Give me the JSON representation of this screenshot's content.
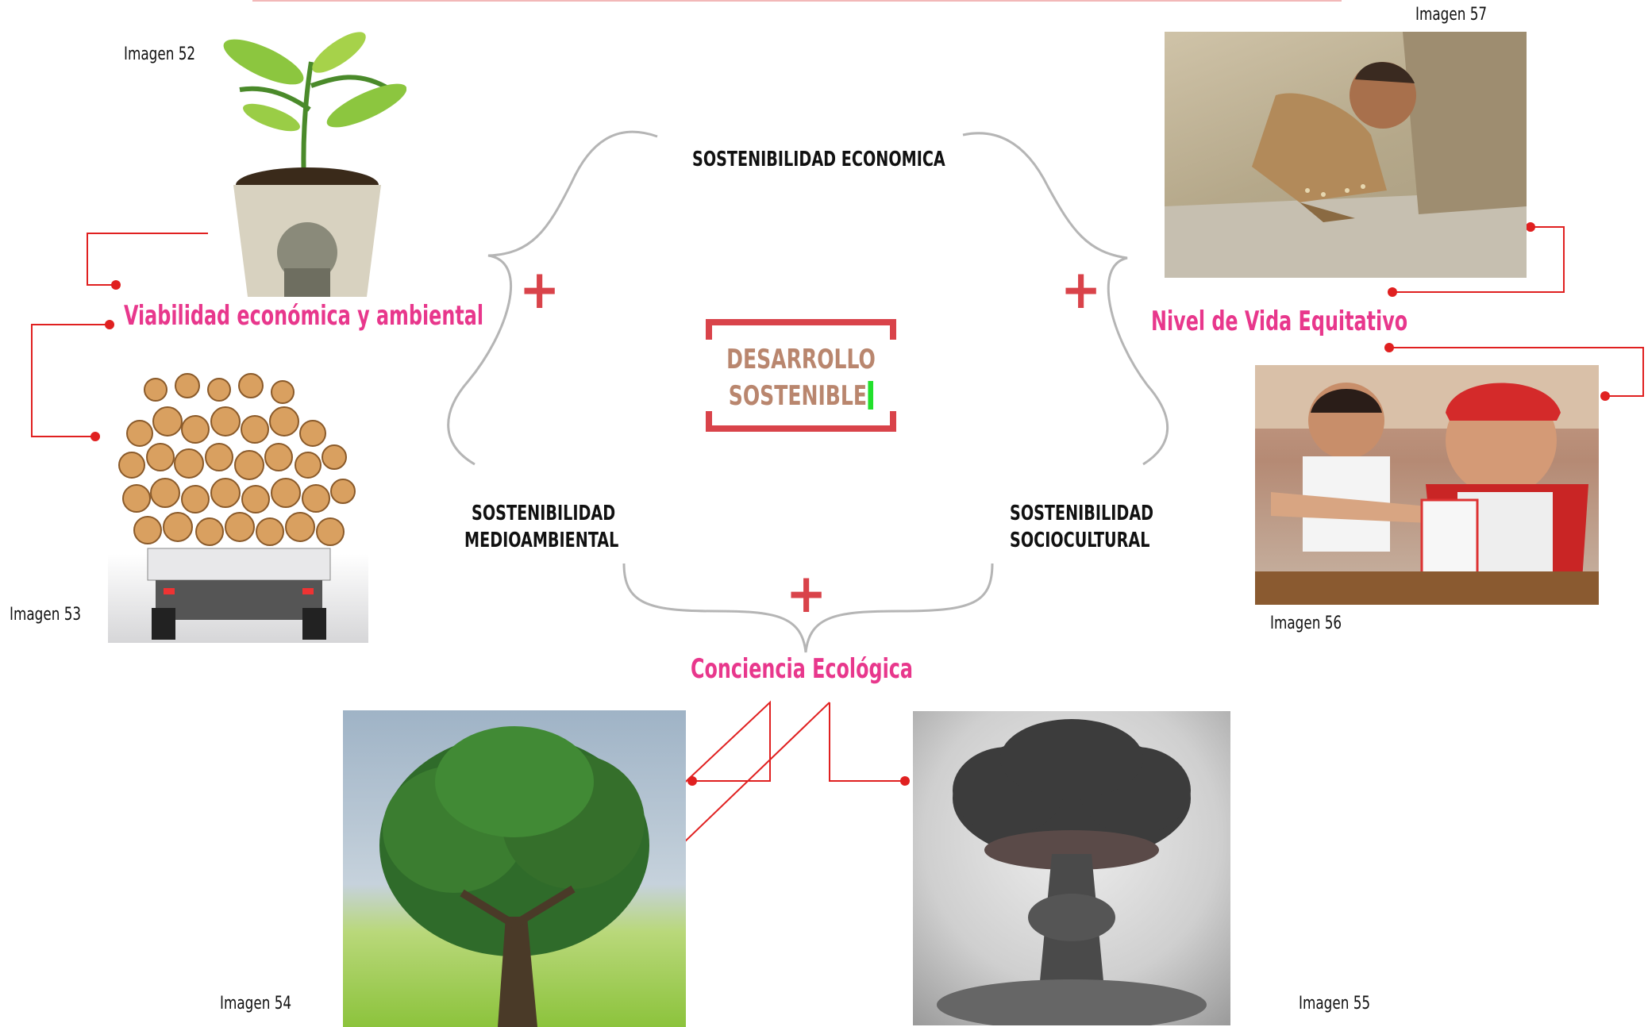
{
  "center": {
    "line1": "DESARROLLO",
    "line2": "SOSTENIBLE"
  },
  "pillars": {
    "economica": "SOSTENIBILIDAD ECONOMICA",
    "medioambiental_1": "SOSTENIBILIDAD",
    "medioambiental_2": "MEDIOAMBIENTAL",
    "sociocultural_1": "SOSTENIBILIDAD",
    "sociocultural_2": "SOCIOCULTURAL"
  },
  "intersections": {
    "left": "Viabilidad económica y ambiental",
    "right": "Nivel de Vida Equitativo",
    "bottom": "Conciencia Ecológica"
  },
  "plus_symbol": "+",
  "captions": {
    "img52": "Imagen 52",
    "img53": "Imagen 53",
    "img54": "Imagen 54",
    "img55": "Imagen 55",
    "img56": "Imagen 56",
    "img57": "Imagen 57"
  },
  "colors": {
    "connector": "#e02020",
    "plus": "#d9434a",
    "frame": "#d9434a",
    "brace": "#b5b5b5",
    "pink_label": "#e8378c",
    "center_text": "#b9866e"
  }
}
